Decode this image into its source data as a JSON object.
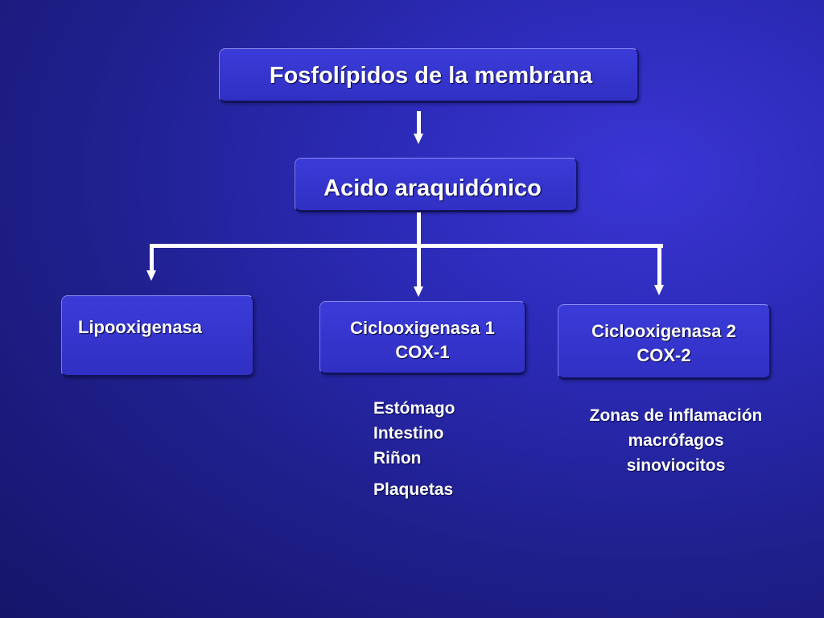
{
  "colors": {
    "background": "#2b2ab6",
    "box_fill": "#3232c8",
    "text": "#ffffff",
    "connector": "#ffffff"
  },
  "diagram": {
    "top_box": {
      "label": "Fosfolípidos de la membrana"
    },
    "middle_box": {
      "label": "Acido araquidónico"
    },
    "branches": [
      {
        "label_lines": [
          "Lipooxigenasa"
        ]
      },
      {
        "label_lines": [
          "Ciclooxigenasa 1",
          "COX-1"
        ]
      },
      {
        "label_lines": [
          "Ciclooxigenasa 2",
          "COX-2"
        ]
      }
    ],
    "cox1_sites": [
      "Estómago",
      "Intestino",
      "Riñon",
      "Plaquetas"
    ],
    "cox2_sites": [
      "Zonas de inflamación",
      "macrófagos",
      "sinoviocitos"
    ]
  }
}
